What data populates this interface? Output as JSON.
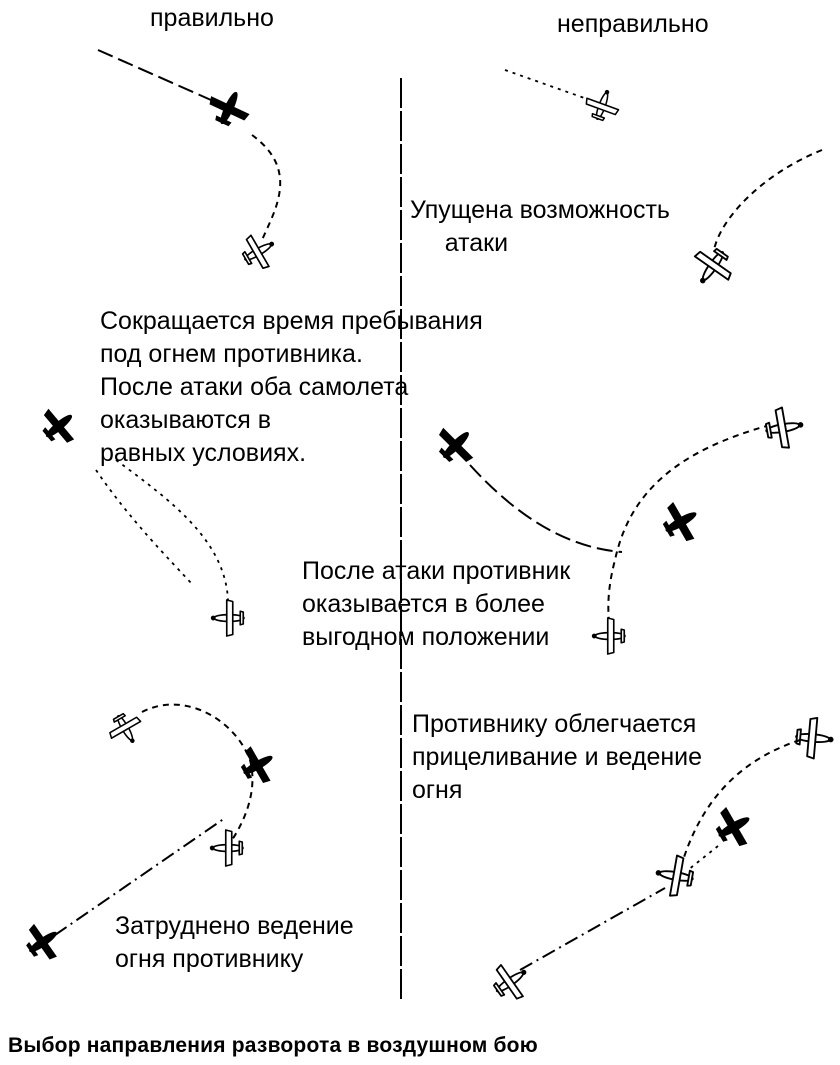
{
  "headers": {
    "correct": "правильно",
    "incorrect": "неправильно"
  },
  "labels": {
    "missed_attack": "Упущена возможность\n     атаки",
    "reduced_time": "Сокращается время пребывания\nпод огнем противника.\nПосле атаки оба самолета\nоказываются в\nравных условиях.",
    "enemy_advantage": "После атаки противник\nоказывается в более\nвыгодном положении",
    "aiming_easier": "Противнику облегчается\nприцеливание и ведение\nогня",
    "fire_hindered": "Затруднено ведение\nогня противнику"
  },
  "caption": "Выбор направления разворота в воздушном бою"
}
